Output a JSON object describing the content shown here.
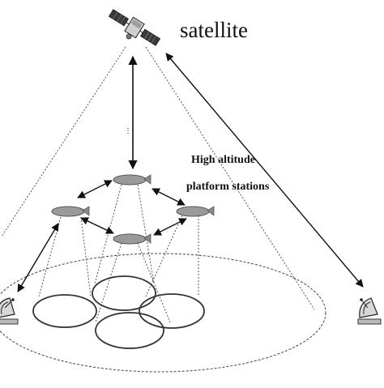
{
  "labels": {
    "satellite": "satellite",
    "hap_line1": "High altitude",
    "hap_line2": "platform stations"
  },
  "colors": {
    "background": "#ffffff",
    "stroke": "#222222",
    "platform_fill": "#9a9a9a",
    "solar_panel": "#3a3a3a"
  },
  "icons": {
    "satellite": "satellite-icon",
    "platform": "airship-icon",
    "ground_station": "satellite-dish-icon"
  }
}
